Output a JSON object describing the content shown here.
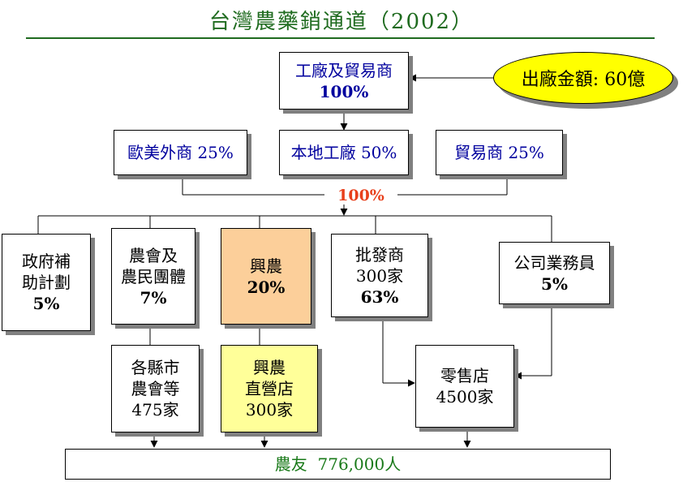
{
  "title": "台灣農藥銷通道（2002）",
  "shipment_value": "出廠金額: 60億",
  "top": {
    "line1": "工廠及貿易商",
    "line2": "100%"
  },
  "sources": [
    {
      "line1": "歐美外商 25%"
    },
    {
      "line1": "本地工廠 50%"
    },
    {
      "line1": "貿易商 25%"
    }
  ],
  "distribution_total": "100%",
  "channels": {
    "government": {
      "line1": "政府補",
      "line2": "助計劃",
      "line3": "5%"
    },
    "farmers_assoc": {
      "line1": "農會及",
      "line2": "農民團體",
      "line3": "7%"
    },
    "xingnong": {
      "line1": "興農",
      "line2": "20%"
    },
    "wholesaler": {
      "line1": "批發商",
      "line2": "300家",
      "line3": "63%"
    },
    "sales_staff": {
      "line1": "公司業務員",
      "line2": "5%"
    }
  },
  "outlets": {
    "county_assoc": {
      "line1": "各縣市",
      "line2": "農會等",
      "line3": "475家"
    },
    "xingnong_direct": {
      "line1": "興農",
      "line2": "直營店",
      "line3": "300家"
    },
    "retail": {
      "line1": "零售店",
      "line2": "4500家"
    }
  },
  "farmers": "農友  776,000人",
  "colors": {
    "title": "#1f6b1f",
    "blue_text": "#00009e",
    "green_text": "#1a7a1a",
    "highlight_orange": "#fccf9a",
    "highlight_yellow": "#ffff99",
    "ellipse_yellow": "#ffff00",
    "percent_red": "#e8401c"
  }
}
